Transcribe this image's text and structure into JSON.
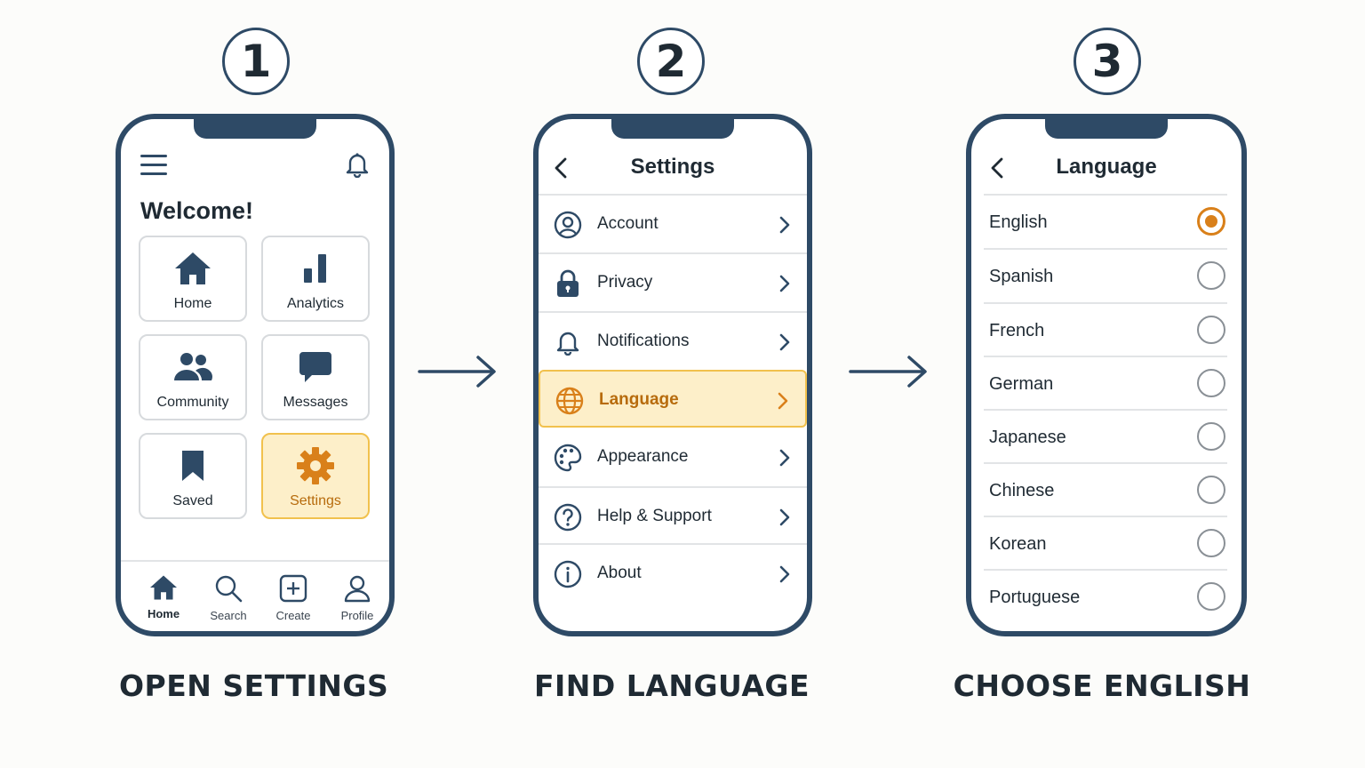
{
  "steps": [
    {
      "number": "1",
      "caption": "OPEN SETTINGS"
    },
    {
      "number": "2",
      "caption": "FIND LANGUAGE"
    },
    {
      "number": "3",
      "caption": "CHOOSE ENGLISH"
    }
  ],
  "home_screen": {
    "welcome": "Welcome!",
    "tiles": [
      {
        "label": "Home",
        "icon": "home-icon"
      },
      {
        "label": "Analytics",
        "icon": "bar-chart-icon"
      },
      {
        "label": "Community",
        "icon": "people-icon"
      },
      {
        "label": "Messages",
        "icon": "chat-bubble-icon"
      },
      {
        "label": "Saved",
        "icon": "bookmark-icon"
      },
      {
        "label": "Settings",
        "icon": "gear-icon",
        "highlighted": true
      }
    ],
    "bottom_nav": [
      {
        "label": "Home",
        "icon": "home-icon",
        "active": true
      },
      {
        "label": "Search",
        "icon": "search-icon"
      },
      {
        "label": "Create",
        "icon": "plus-square-icon"
      },
      {
        "label": "Profile",
        "icon": "user-icon"
      }
    ]
  },
  "settings_screen": {
    "title": "Settings",
    "items": [
      {
        "label": "Account",
        "icon": "account-icon"
      },
      {
        "label": "Privacy",
        "icon": "lock-icon"
      },
      {
        "label": "Notifications",
        "icon": "bell-icon"
      },
      {
        "label": "Language",
        "icon": "globe-icon",
        "highlighted": true
      },
      {
        "label": "Appearance",
        "icon": "palette-icon"
      },
      {
        "label": "Help & Support",
        "icon": "help-icon"
      },
      {
        "label": "About",
        "icon": "info-icon"
      }
    ]
  },
  "language_screen": {
    "title": "Language",
    "selected": "English",
    "options": [
      "English",
      "Spanish",
      "French",
      "German",
      "Japanese",
      "Chinese",
      "Korean",
      "Portuguese"
    ]
  },
  "colors": {
    "frame": "#2e4a66",
    "highlight_bg": "#fdefc9",
    "highlight_border": "#f1c14d",
    "accent": "#d9801a"
  }
}
